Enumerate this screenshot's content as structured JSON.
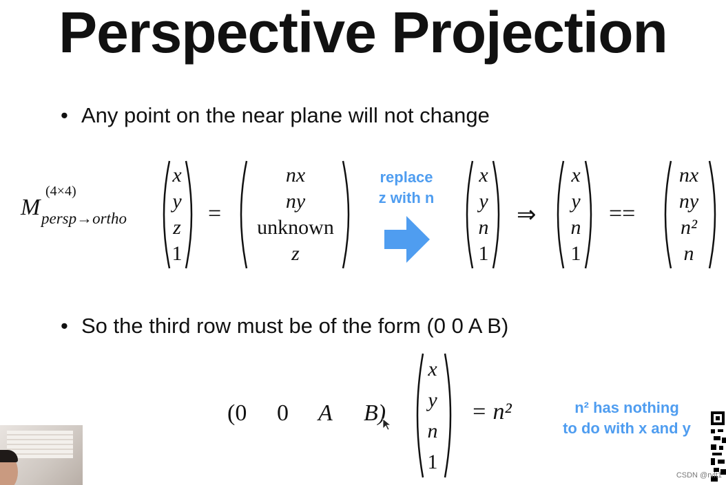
{
  "slide": {
    "title": "Perspective Projection",
    "bullets": [
      "Any point on the near plane will not change",
      "So the third row must be of the form (0 0 A B)"
    ]
  },
  "equation1": {
    "matrix_symbol": "M",
    "matrix_superscript": "(4×4)",
    "matrix_subscript": "persp→ortho",
    "vector_in": [
      "x",
      "y",
      "z",
      "1"
    ],
    "equals": "=",
    "result": [
      "nx",
      "ny",
      "unknown",
      "z"
    ],
    "replace_note": [
      "replace",
      "z with n"
    ],
    "arrow_color": "#4f9df0",
    "vector_replaced": [
      "x",
      "y",
      "n",
      "1"
    ],
    "implies": "⇒",
    "vector_replaced2": [
      "x",
      "y",
      "n",
      "1"
    ],
    "double_equals": "==",
    "result2": [
      "nx",
      "ny",
      "n²",
      "n"
    ]
  },
  "equation2": {
    "row": [
      "(0",
      "0",
      "A",
      "B)"
    ],
    "vector": [
      "x",
      "y",
      "n",
      "1"
    ],
    "rhs": "= n²",
    "note": [
      "n² has nothing",
      "to do with x and y"
    ]
  },
  "watermark": "CSDN @rvlt1",
  "colors": {
    "accent": "#4f9df0",
    "text": "#111111",
    "background": "#ffffff"
  }
}
